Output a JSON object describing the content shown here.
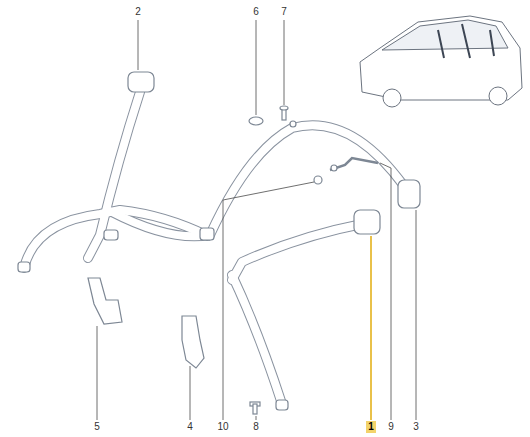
{
  "diagram": {
    "labels": [
      "2",
      "6",
      "7",
      "5",
      "4",
      "10",
      "8",
      "1",
      "9",
      "3"
    ]
  }
}
